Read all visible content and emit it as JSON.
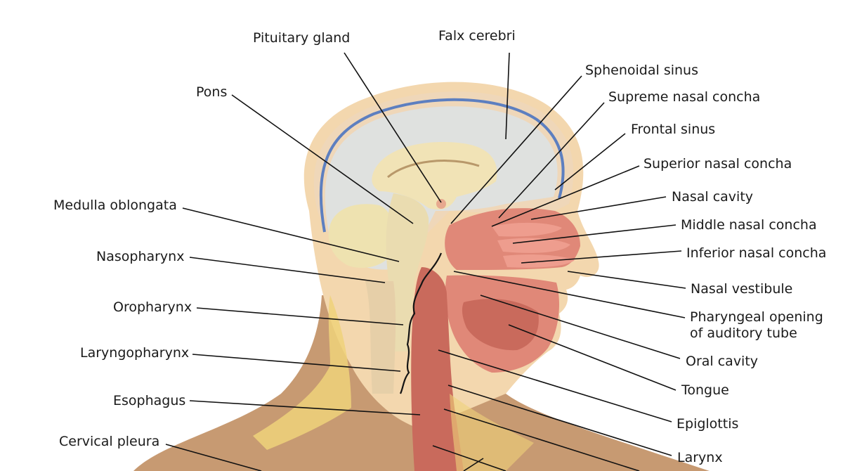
{
  "labels": {
    "pituitary_gland": "Pituitary gland",
    "falx_cerebri": "Falx cerebri",
    "sphenoidal_sinus": "Sphenoidal sinus",
    "pons": "Pons",
    "supreme_nasal_concha": "Supreme nasal concha",
    "frontal_sinus": "Frontal sinus",
    "superior_nasal_concha": "Superior nasal concha",
    "medulla_oblongata": "Medulla oblongata",
    "nasal_cavity": "Nasal cavity",
    "middle_nasal_concha": "Middle nasal concha",
    "nasopharynx": "Nasopharynx",
    "inferior_nasal_concha": "Inferior nasal concha",
    "nasal_vestibule": "Nasal vestibule",
    "oropharynx": "Oropharynx",
    "pharyngeal_opening_1": "Pharyngeal opening",
    "pharyngeal_opening_2": "of auditory tube",
    "laryngopharynx": "Laryngopharynx",
    "oral_cavity": "Oral cavity",
    "tongue": "Tongue",
    "esophagus": "Esophagus",
    "epiglottis": "Epiglottis",
    "cervical_pleura": "Cervical pleura",
    "larynx": "Larynx"
  },
  "colors": {
    "skin": "#e9c9a0",
    "skin_dark": "#b98a6a",
    "neck_shadow": "#c79a72",
    "scalp": "#f3d7ae",
    "skull_bone": "#efd7b9",
    "dura_blue": "#5d7fc0",
    "brain_space": "#dfe1df",
    "brain": "#f1e3b6",
    "cerebellum": "#eee2b0",
    "brainstem": "#eadcb0",
    "mucosa": "#e08878",
    "mucosa_light": "#ee9d8e",
    "muscle": "#c96a5c",
    "fat_yellow": "#eed27a",
    "bone_spine": "#e6cfa8",
    "line": "#111111"
  }
}
